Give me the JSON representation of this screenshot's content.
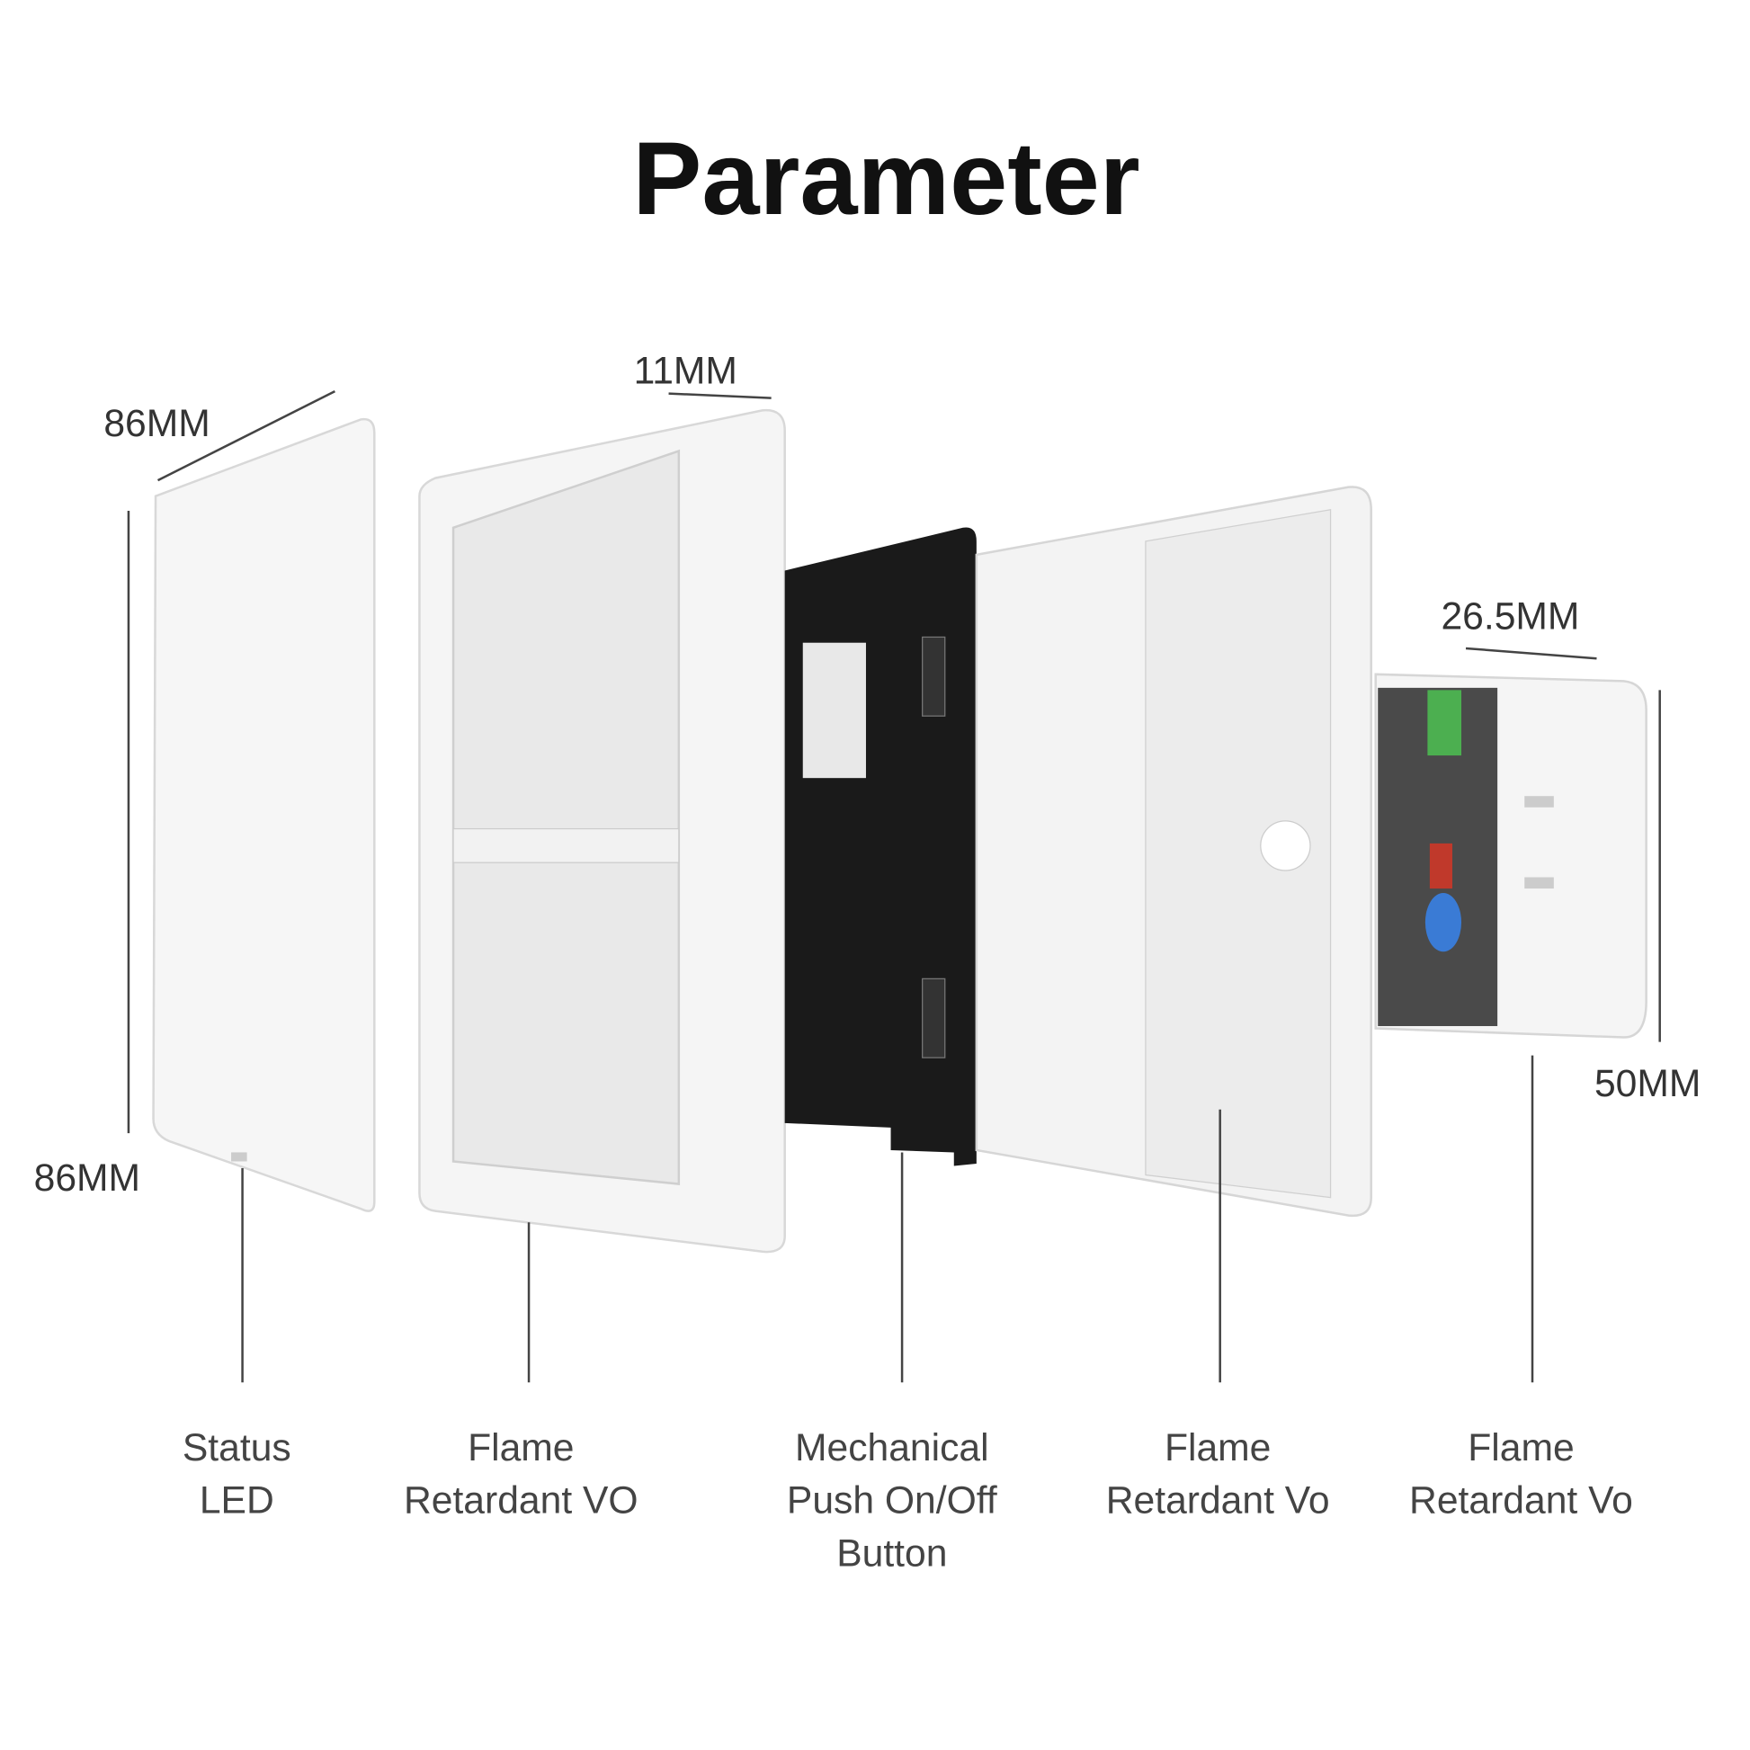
{
  "title": "Parameter",
  "dimensions": {
    "cover_width": "86MM",
    "cover_height": "86MM",
    "frame_depth": "11MM",
    "module_depth": "26.5MM",
    "module_height": "50MM"
  },
  "parts": [
    {
      "line1": "Status",
      "line2": "LED",
      "line3": ""
    },
    {
      "line1": "Flame",
      "line2": "Retardant VO",
      "line3": ""
    },
    {
      "line1": "Mechanical",
      "line2": "Push On/Off",
      "line3": "Button"
    },
    {
      "line1": "Flame",
      "line2": "Retardant Vo",
      "line3": ""
    },
    {
      "line1": "Flame",
      "line2": "Retardant Vo",
      "line3": ""
    }
  ],
  "colors": {
    "pcb": "#1a1a1a",
    "plastic": "#f4f4f4",
    "outline": "#d6d6d6"
  }
}
